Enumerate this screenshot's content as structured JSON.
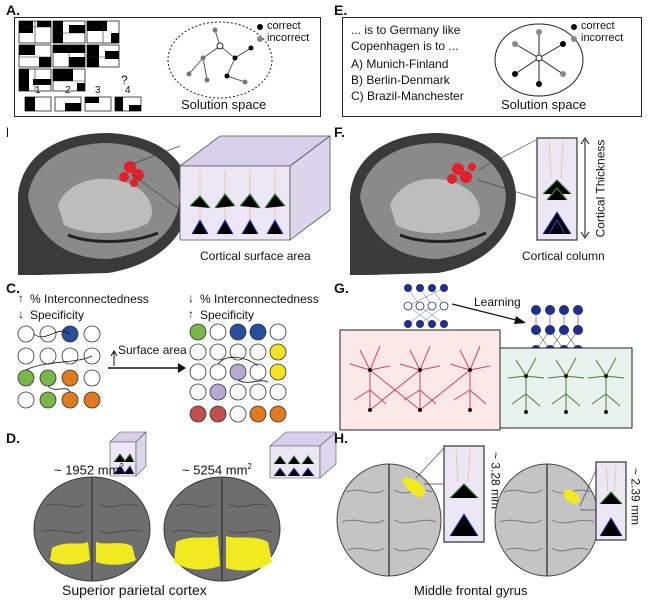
{
  "panels": {
    "A": {
      "label": "A.",
      "puzzle_options": [
        "1",
        "2",
        "3",
        "4"
      ],
      "question_mark": "?",
      "legend": {
        "correct": "correct",
        "incorrect": "incorrect"
      },
      "caption": "Solution space"
    },
    "B": {
      "label": "B.",
      "caption": "Cortical surface area"
    },
    "C": {
      "label": "C.",
      "left_line1": "% Interconnectedness",
      "left_line2": "Specificity",
      "right_line1": "% Interconnectedness",
      "right_line2": "Specificity",
      "arrow_label": "Surface area"
    },
    "D": {
      "label": "D.",
      "value_left": "~ 1952 mm",
      "value_right": "~ 5254 mm",
      "superscript": "2",
      "caption": "Superior parietal cortex"
    },
    "E": {
      "label": "E.",
      "analogy_line1": "... is to Germany  like",
      "analogy_line2": "Copenhagen is to ...",
      "option_a": "A) Munich-Finland",
      "option_b": "B) Berlin-Denmark",
      "option_c": "C) Brazil-Manchester",
      "legend": {
        "correct": "correct",
        "incorrect": "incorrect"
      },
      "caption": "Solution space"
    },
    "F": {
      "label": "F.",
      "thickness_label": "Cortical Thickness",
      "caption": "Cortical column"
    },
    "G": {
      "label": "G.",
      "arrow_label": "Learning"
    },
    "H": {
      "label": "H.",
      "value_left": "~ 3.28 mm",
      "value_right": "~ 2.39 mm",
      "caption": "Middle frontal gyrus"
    }
  },
  "colors": {
    "blue": "#2a4e9e",
    "green": "#7ab648",
    "orange": "#e07a1f",
    "yellow": "#f2e324",
    "lavender": "#b9a8d2",
    "red": "#c0504d",
    "neuron_red": "#d0406a",
    "neuron_green": "#4f7a3a",
    "network_blue": "#1f2f8a",
    "lesion_red": "#e0202a",
    "yellow_region": "#f2ea20"
  }
}
